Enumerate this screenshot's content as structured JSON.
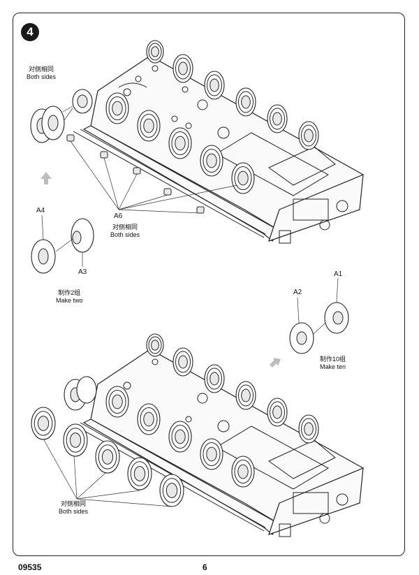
{
  "step": {
    "number": "4"
  },
  "top_assembly": {
    "sprocket_note": {
      "cn": "对侧相同",
      "en": "Both sides"
    },
    "roadwheel_note": {
      "part": "A6",
      "cn": "对侧相同",
      "en": "Both sides"
    },
    "sprocket_parts": {
      "outer": "A4",
      "inner": "A3",
      "cn": "制作2组",
      "en": "Make two"
    }
  },
  "wheel_subassembly": {
    "parts": {
      "left": "A2",
      "right": "A1"
    },
    "note": {
      "cn": "制作10组",
      "en": "Make ten"
    }
  },
  "bottom_assembly": {
    "note": {
      "cn": "对侧相同",
      "en": "Both sides"
    }
  },
  "footer": {
    "kit_number": "09535",
    "page_number": "6"
  },
  "colors": {
    "line": "#222222",
    "step_badge": "#1a1a1a",
    "arrow": "#bdbdbd"
  },
  "icons": [
    "step-number-badge",
    "direction-arrow-icon",
    "road-wheel-icon",
    "drive-sprocket-icon"
  ]
}
